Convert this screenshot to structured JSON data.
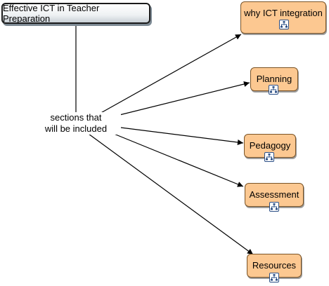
{
  "root": {
    "label": "Effective ICT in Teacher Preparation"
  },
  "link": {
    "label_line1": "sections that",
    "label_line2": "will be included"
  },
  "concepts": [
    {
      "label": "why ICT integration",
      "icon": "submap-icon"
    },
    {
      "label": "Planning",
      "icon": "submap-icon"
    },
    {
      "label": "Pedagogy",
      "icon": "submap-icon"
    },
    {
      "label": "Assessment",
      "icon": "submap-icon"
    },
    {
      "label": "Resources",
      "icon": "submap-icon"
    }
  ],
  "colors": {
    "concept_fill": "#fcc891",
    "concept_border": "#7a5326",
    "root_border": "#1a1a1a",
    "connector": "#000000",
    "icon_border": "#2b4f86"
  }
}
